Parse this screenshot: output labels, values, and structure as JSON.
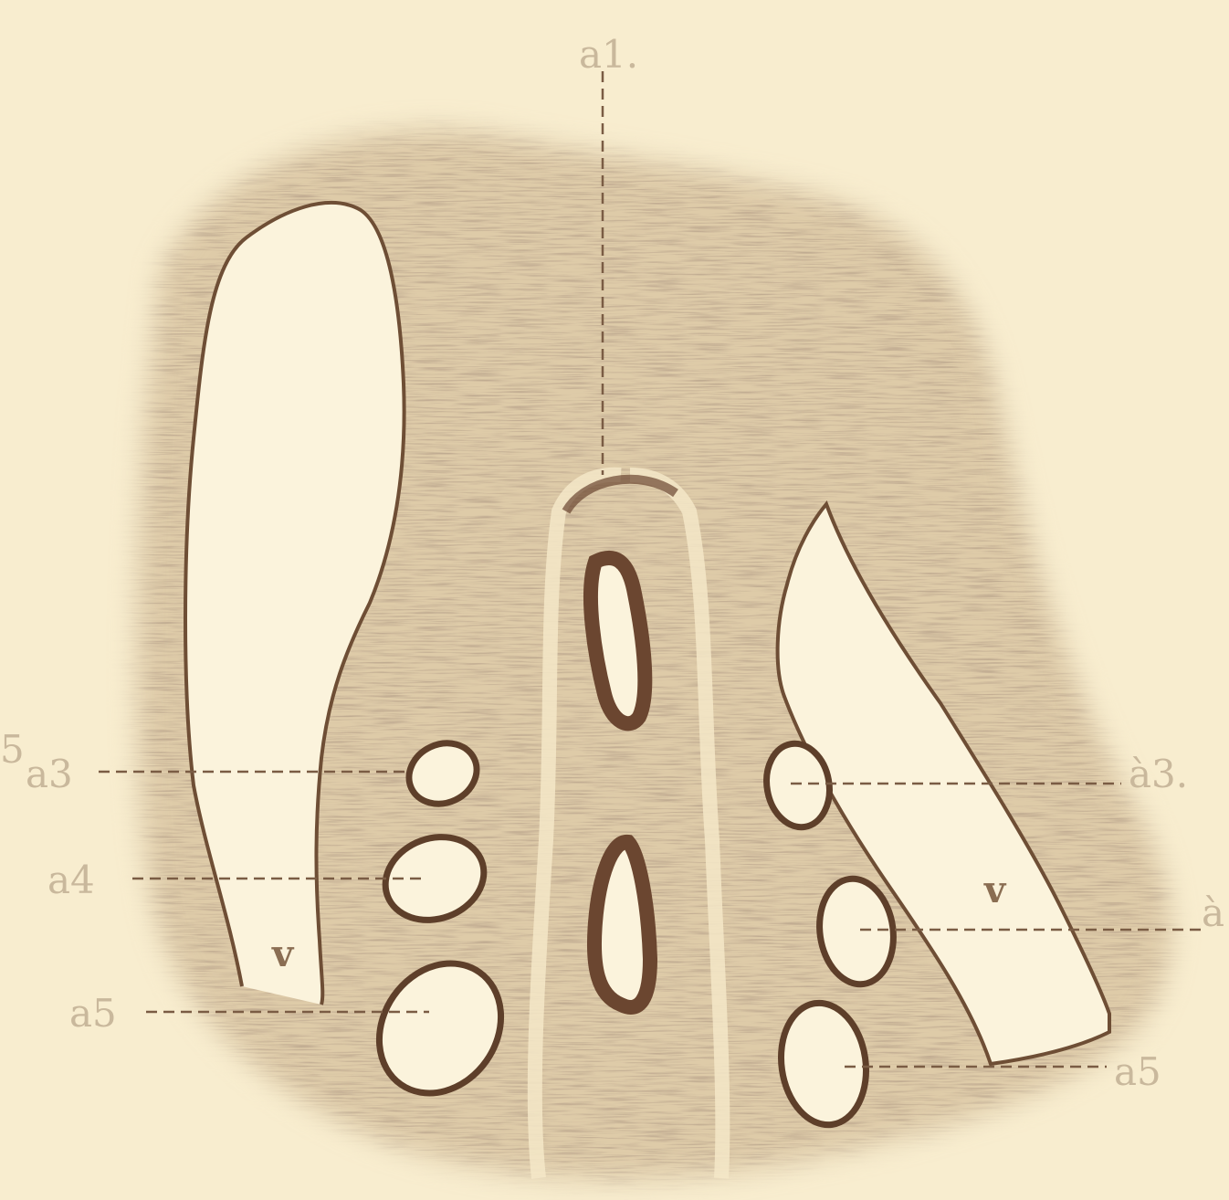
{
  "labels": {
    "a1": "a1.",
    "a3_left": "a3",
    "a3_right": "à3.",
    "a4_left": "a4",
    "a4_right": "à",
    "a5_left": "a5",
    "a5_right": "a5",
    "v_left": "v",
    "v_right": "v",
    "edge_fragment": "5"
  },
  "colors": {
    "paper": "#f8edcf",
    "tissue": "#8f7050",
    "outline": "#6e4e35",
    "label": "#c9b89c"
  }
}
